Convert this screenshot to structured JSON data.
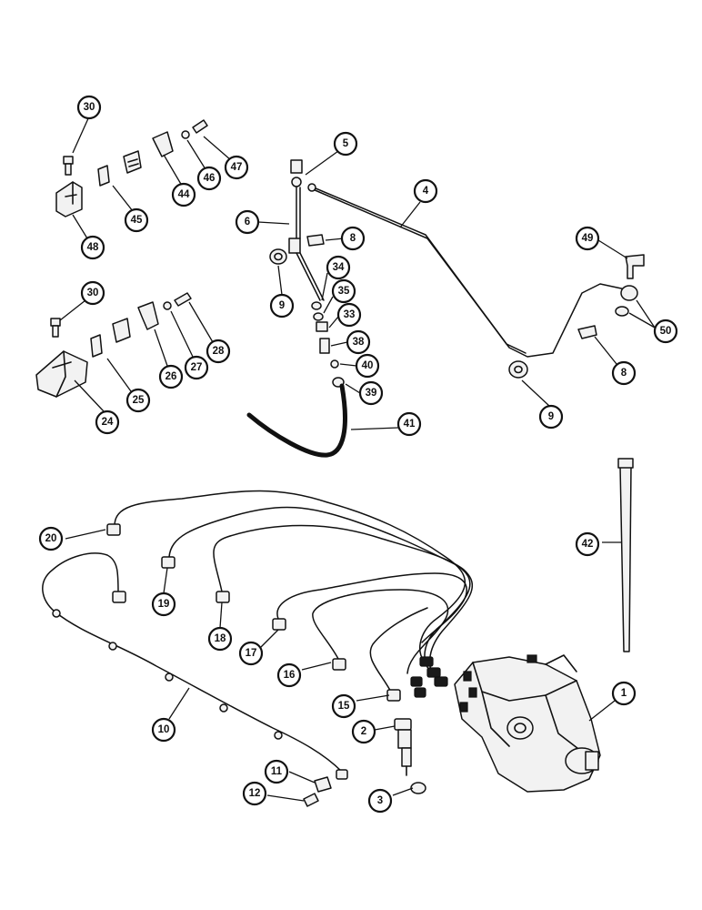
{
  "callouts": [
    {
      "id": "c30a",
      "label": "30"
    },
    {
      "id": "c45a",
      "label": "45"
    },
    {
      "id": "c44",
      "label": "44"
    },
    {
      "id": "c46",
      "label": "46"
    },
    {
      "id": "c47",
      "label": "47"
    },
    {
      "id": "c48",
      "label": "48"
    },
    {
      "id": "c5",
      "label": "5"
    },
    {
      "id": "c4",
      "label": "4"
    },
    {
      "id": "c6",
      "label": "6"
    },
    {
      "id": "c8a",
      "label": "8"
    },
    {
      "id": "c9a",
      "label": "9"
    },
    {
      "id": "c34",
      "label": "34"
    },
    {
      "id": "c35",
      "label": "35"
    },
    {
      "id": "c33",
      "label": "33"
    },
    {
      "id": "c38",
      "label": "38"
    },
    {
      "id": "c40",
      "label": "40"
    },
    {
      "id": "c39",
      "label": "39"
    },
    {
      "id": "c41",
      "label": "41"
    },
    {
      "id": "c49",
      "label": "49"
    },
    {
      "id": "c50",
      "label": "50"
    },
    {
      "id": "c8b",
      "label": "8"
    },
    {
      "id": "c9b",
      "label": "9"
    },
    {
      "id": "c30b",
      "label": "30"
    },
    {
      "id": "c28",
      "label": "28"
    },
    {
      "id": "c27",
      "label": "27"
    },
    {
      "id": "c26",
      "label": "26"
    },
    {
      "id": "c25",
      "label": "25"
    },
    {
      "id": "c24",
      "label": "24"
    },
    {
      "id": "c20",
      "label": "20"
    },
    {
      "id": "c19",
      "label": "19"
    },
    {
      "id": "c18",
      "label": "18"
    },
    {
      "id": "c17",
      "label": "17"
    },
    {
      "id": "c16",
      "label": "16"
    },
    {
      "id": "c15",
      "label": "15"
    },
    {
      "id": "c10",
      "label": "10"
    },
    {
      "id": "c2",
      "label": "2"
    },
    {
      "id": "c3",
      "label": "3"
    },
    {
      "id": "c11",
      "label": "11"
    },
    {
      "id": "c12",
      "label": "12"
    },
    {
      "id": "c42",
      "label": "42"
    },
    {
      "id": "c1",
      "label": "1"
    }
  ]
}
